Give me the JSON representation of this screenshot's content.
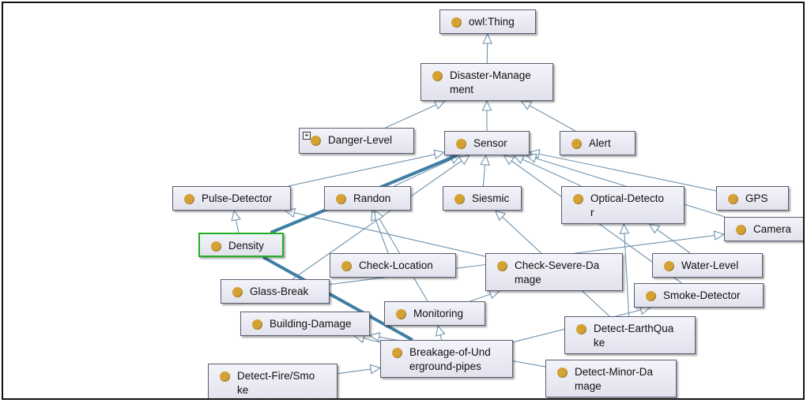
{
  "nodes": [
    {
      "id": "owl-thing",
      "label": "owl:Thing"
    },
    {
      "id": "disaster-management",
      "label": "Disaster-Manage\nment"
    },
    {
      "id": "danger-level",
      "label": "Danger-Level",
      "has_expander": true
    },
    {
      "id": "sensor",
      "label": "Sensor"
    },
    {
      "id": "alert",
      "label": "Alert"
    },
    {
      "id": "pulse-detector",
      "label": "Pulse-Detector"
    },
    {
      "id": "randon",
      "label": "Randon"
    },
    {
      "id": "siesmic",
      "label": "Siesmic"
    },
    {
      "id": "optical-detector",
      "label": "Optical-Detecto\nr"
    },
    {
      "id": "gps",
      "label": "GPS"
    },
    {
      "id": "camera",
      "label": "Camera"
    },
    {
      "id": "density",
      "label": "Density",
      "selected": true
    },
    {
      "id": "check-location",
      "label": "Check-Location"
    },
    {
      "id": "check-severe-damage",
      "label": "Check-Severe-Da\nmage"
    },
    {
      "id": "water-level",
      "label": "Water-Level"
    },
    {
      "id": "glass-break",
      "label": "Glass-Break"
    },
    {
      "id": "smoke-detector",
      "label": "Smoke-Detector"
    },
    {
      "id": "monitoring",
      "label": "Monitoring"
    },
    {
      "id": "building-damage",
      "label": "Building-Damage"
    },
    {
      "id": "detect-earthquake",
      "label": "Detect-EarthQua\nke"
    },
    {
      "id": "breakage-of-underground-pipes",
      "label": "Breakage-of-Und\nerground-pipes"
    },
    {
      "id": "detect-fire-smoke",
      "label": "Detect-Fire/Smo\nke"
    },
    {
      "id": "detect-minor-damage",
      "label": "Detect-Minor-Da\nmage"
    }
  ],
  "edges": [
    {
      "from": "disaster-management",
      "to": "owl-thing"
    },
    {
      "from": "danger-level",
      "to": "disaster-management"
    },
    {
      "from": "sensor",
      "to": "disaster-management"
    },
    {
      "from": "alert",
      "to": "disaster-management"
    },
    {
      "from": "pulse-detector",
      "to": "sensor"
    },
    {
      "from": "randon",
      "to": "sensor"
    },
    {
      "from": "siesmic",
      "to": "sensor"
    },
    {
      "from": "optical-detector",
      "to": "sensor"
    },
    {
      "from": "gps",
      "to": "sensor"
    },
    {
      "from": "camera",
      "to": "sensor"
    },
    {
      "from": "smoke-detector",
      "to": "sensor"
    },
    {
      "from": "water-level",
      "to": "optical-detector"
    },
    {
      "from": "density",
      "to": "pulse-detector"
    },
    {
      "from": "check-location",
      "to": "randon"
    },
    {
      "from": "check-severe-damage",
      "to": "pulse-detector"
    },
    {
      "from": "glass-break",
      "to": "sensor"
    },
    {
      "from": "glass-break",
      "to": "camera"
    },
    {
      "from": "detect-earthquake",
      "to": "siesmic"
    },
    {
      "from": "detect-earthquake",
      "to": "optical-detector"
    },
    {
      "from": "breakage-of-underground-pipes",
      "to": "monitoring"
    },
    {
      "from": "breakage-of-underground-pipes",
      "to": "building-damage"
    },
    {
      "from": "breakage-of-underground-pipes",
      "to": "smoke-detector"
    },
    {
      "from": "monitoring",
      "to": "check-severe-damage"
    },
    {
      "from": "monitoring",
      "to": "randon"
    },
    {
      "from": "detect-fire-smoke",
      "to": "breakage-of-underground-pipes"
    },
    {
      "from": "detect-minor-damage",
      "to": "building-damage"
    }
  ],
  "highlighted_edges": [
    {
      "from": "density",
      "to": "sensor"
    },
    {
      "from": "density",
      "to": "breakage-of-underground-pipes"
    }
  ],
  "colors": {
    "node_dot": "#d3a233",
    "edge": "#6f93ad",
    "highlight_edge": "#3f7ea3",
    "selected_border": "#22b022"
  }
}
